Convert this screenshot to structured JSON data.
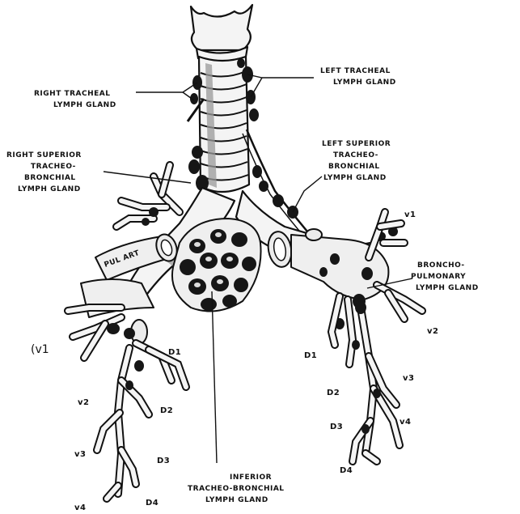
{
  "labels": {
    "right_tracheal": [
      "RIGHT TRACHEAL",
      "LYMPH GLAND"
    ],
    "left_tracheal": [
      "LEFT TRACHEAL",
      "LYMPH GLAND"
    ],
    "right_superior": [
      "RIGHT SUPERIOR",
      "TRACHEO-",
      "BRONCHIAL",
      "LYMPH GLAND"
    ],
    "left_superior": [
      "LEFT SUPERIOR",
      "TRACHEO-",
      "BRONCHIAL",
      "LYMPH GLAND"
    ],
    "broncho_pulmonary": [
      "BRONCHO-",
      "PULMONARY",
      "LYMPH GLAND"
    ],
    "inferior": [
      "INFERIOR",
      "TRACHEO-BRONCHIAL",
      "LYMPH GLAND"
    ],
    "pul_art": "PUL ART",
    "right_branches": {
      "v1": "(v1",
      "d1": "D1",
      "v2": "v2",
      "d2": "D2",
      "v3": "v3",
      "d3": "D3",
      "v4": "v4",
      "d4": "D4"
    },
    "left_branches": {
      "v1": "v1",
      "d1": "D1",
      "v2": "v2",
      "d2": "D2",
      "v3": "v3",
      "d3": "D3",
      "v4": "v4",
      "d4": "D4"
    }
  }
}
